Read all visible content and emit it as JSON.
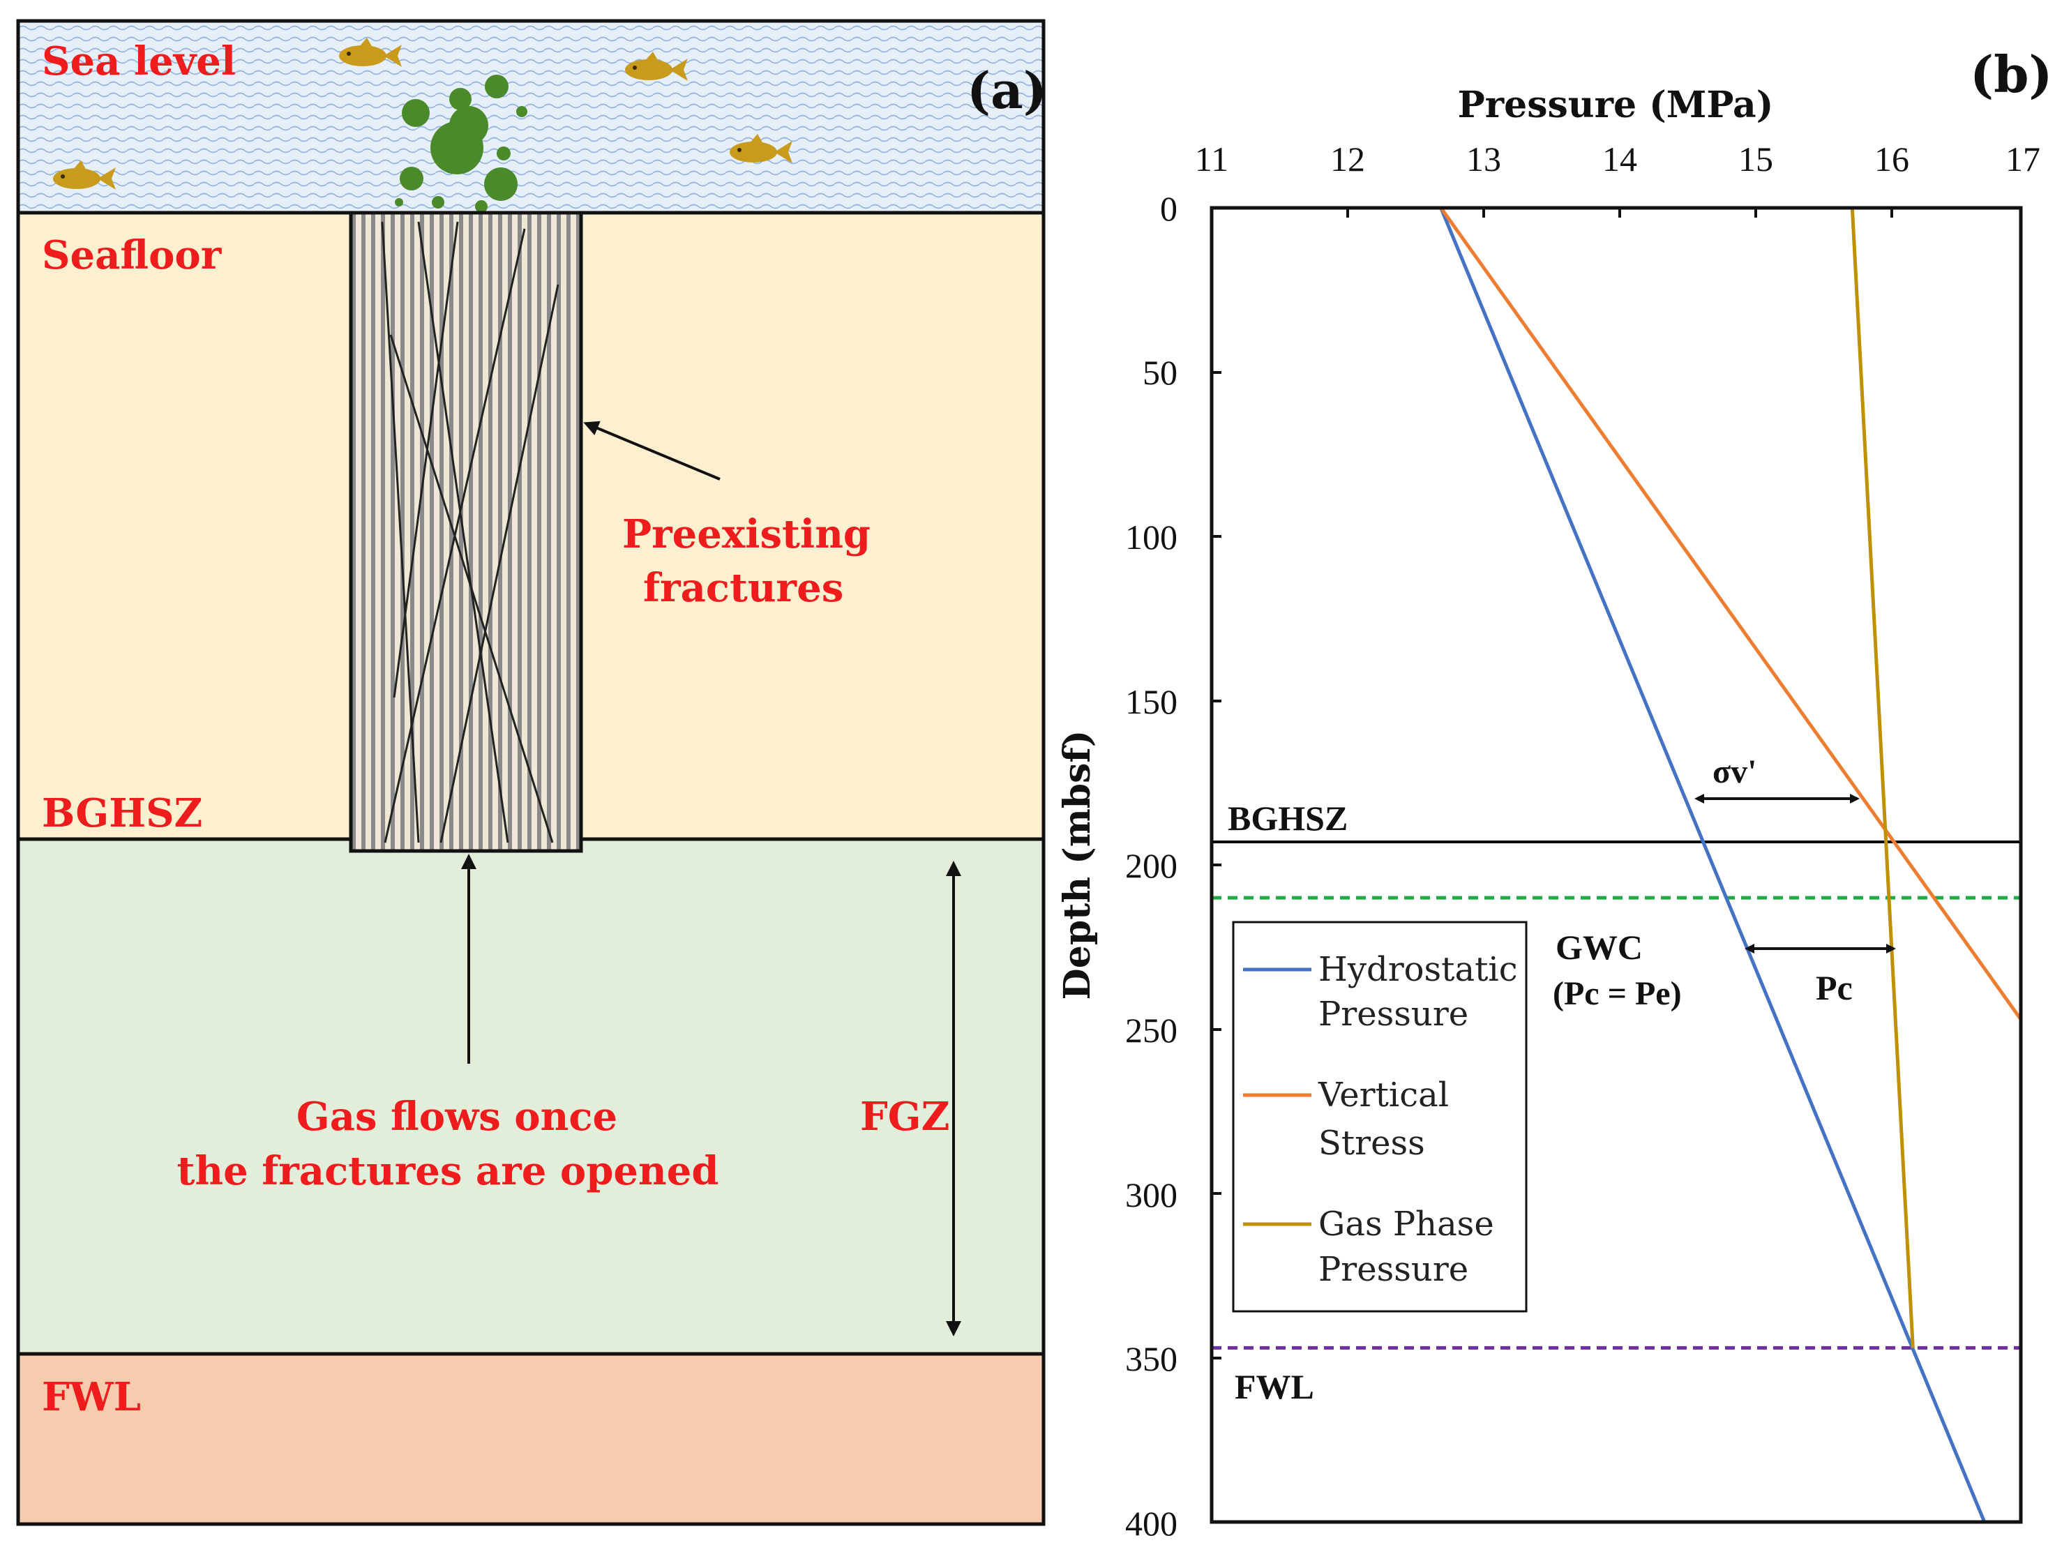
{
  "panel_a": {
    "tag": "(a)",
    "sea_level_label": "Sea level",
    "seafloor_label": "Seafloor",
    "bghsz_label": "BGHSZ",
    "fwl_label": "FWL",
    "fgz_label": "FGZ",
    "fractures_label_line1": "Preexisting",
    "fractures_label_line2": "fractures",
    "gas_flow_line1": "Gas flows once",
    "gas_flow_line2": "the fractures are opened",
    "colors": {
      "sea": "#e6eef8",
      "sediment": "#fdf0d0",
      "free_gas_zone": "#e3eeda",
      "below_fwl": "#f7cbad",
      "label_red": "#ee1c1c",
      "fish": "#c89b1c",
      "bubble": "#4a8a2a"
    }
  },
  "panel_b": {
    "tag": "(b)",
    "bghsz_label": "BGHSZ",
    "gwc_label": "GWC",
    "pc_pe_label": "(Pc = Pe)",
    "pc_label": "Pc",
    "sigma_label": "σv'",
    "fwl_label": "FWL"
  },
  "chart_data": {
    "type": "line",
    "xlabel": "Pressure (MPa)",
    "ylabel": "Depth (mbsf)",
    "xlim": [
      11,
      17
    ],
    "ylim": [
      0,
      400
    ],
    "y_inverted": true,
    "x_axis_position": "top",
    "x_ticks": [
      "11",
      "12",
      "13",
      "14",
      "15",
      "16",
      "17"
    ],
    "y_ticks": [
      "0",
      "50",
      "100",
      "150",
      "200",
      "250",
      "300",
      "350",
      "400"
    ],
    "legend_position": "center-left",
    "series": [
      {
        "name": "Hydrostatic Pressure",
        "color": "#4472c4",
        "points": [
          [
            12.7,
            0
          ],
          [
            16.73,
            400
          ]
        ]
      },
      {
        "name": "Vertical Stress",
        "color": "#ed7d31",
        "points": [
          [
            12.7,
            0
          ],
          [
            17.0,
            247
          ]
        ]
      },
      {
        "name": "Gas Phase Pressure",
        "color": "#bf9000",
        "points": [
          [
            15.75,
            0
          ],
          [
            16.0,
            193
          ],
          [
            16.2,
            347
          ]
        ]
      }
    ],
    "reference_lines": [
      {
        "label": "BGHSZ",
        "depth": 193,
        "style": "solid",
        "color": "#000000"
      },
      {
        "label": "GWC",
        "depth": 210,
        "style": "dashed",
        "color": "#22aa44"
      },
      {
        "label": "FWL",
        "depth": 347,
        "style": "dashed",
        "color": "#7030a0"
      }
    ]
  }
}
